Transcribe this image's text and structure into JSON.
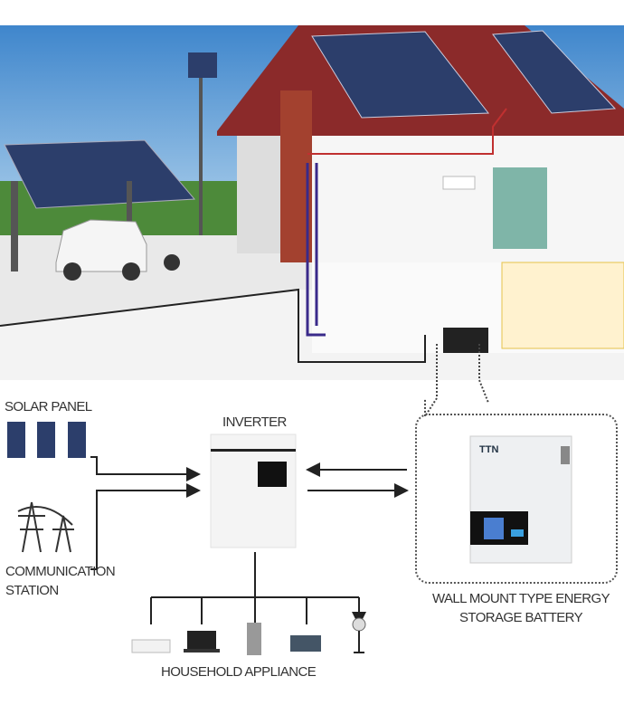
{
  "labels": {
    "solar_panel": "SOLAR PANEL",
    "inverter": "INVERTER",
    "communication_station_1": "COMMUNICATION",
    "communication_station_2": "STATION",
    "battery_1": "WALL MOUNT TYPE ENERGY",
    "battery_2": "STORAGE BATTERY",
    "household": "HOUSEHOLD APPLIANCE",
    "battery_brand": "TTN"
  },
  "colors": {
    "sky": "#5a9fd8",
    "roof": "#8b2a2a",
    "panel": "#2c3e6b",
    "arrow": "#222222"
  }
}
